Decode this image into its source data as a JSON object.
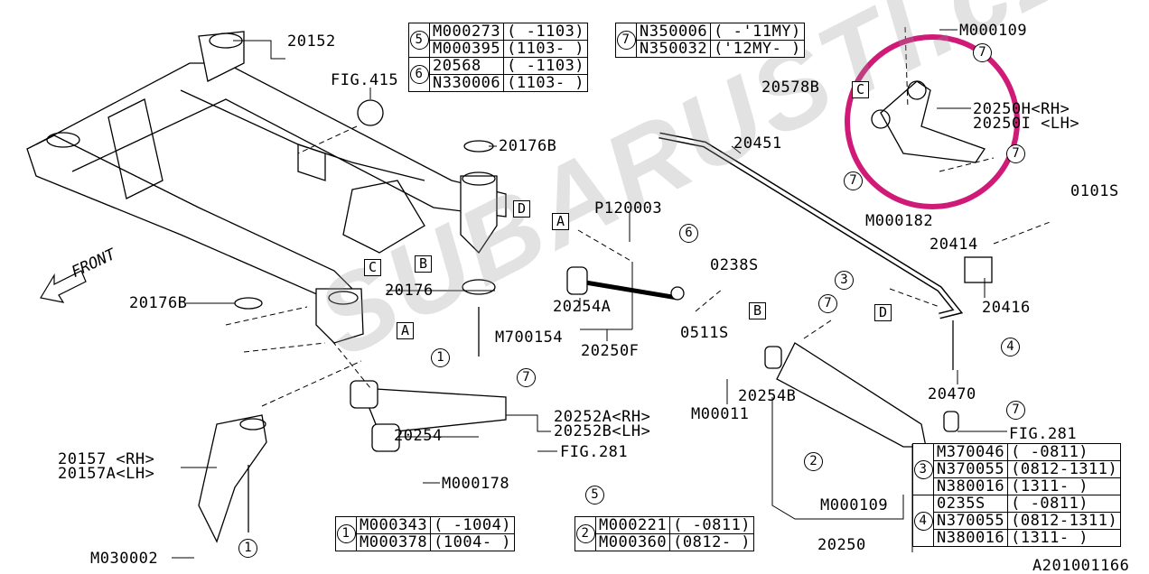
{
  "labels": {
    "p20152": "20152",
    "fig415": "FIG.415",
    "p20176b_top": "20176B",
    "p20176b_left": "20176B",
    "front": "FRONT",
    "p20176": "20176",
    "p120003": "P120003",
    "p0238s": "0238S",
    "p20254a": "20254A",
    "m700154": "M700154",
    "p20250f": "20250F",
    "p0511s": "0511S",
    "p20252a": "20252A<RH>",
    "p20252b": "20252B<LH>",
    "p20254": "20254",
    "fig281_left": "FIG.281",
    "m000178": "M000178",
    "p20157": "20157 <RH>",
    "p20157a": "20157A<LH>",
    "m030002": "M030002",
    "m000109_top": "M000109",
    "p20578b": "20578B",
    "p20250h": "20250H<RH>",
    "p20250i": "20250I <LH>",
    "m000182": "M000182",
    "p20451": "20451",
    "p0101s": "0101S",
    "p20414": "20414",
    "p20416": "20416",
    "p20470": "20470",
    "fig281_right": "FIG.281",
    "p20254b": "20254B",
    "m00011": "M00011",
    "m000109_bottom": "M000109",
    "p20250": "20250",
    "diagram_id": "A201001166",
    "watermark": "SUBARUSTI.cz"
  },
  "refs": {
    "A": "A",
    "B": "B",
    "C": "C",
    "D": "D"
  },
  "callouts": {
    "c1": "1",
    "c2": "2",
    "c3": "3",
    "c4": "4",
    "c5": "5",
    "c6": "6",
    "c7": "7"
  },
  "tables": {
    "t57": {
      "g5": {
        "num": "5",
        "rows": [
          [
            "M000273",
            "( -1103)"
          ],
          [
            "M000395",
            "(1103- )"
          ]
        ]
      },
      "g6": {
        "num": "6",
        "rows": [
          [
            "20568",
            "( -1103)"
          ],
          [
            "N330006",
            "(1103- )"
          ]
        ]
      },
      "g7": {
        "num": "7",
        "rows": [
          [
            "N350006",
            "( -'11MY)"
          ],
          [
            "N350032",
            "('12MY- )"
          ]
        ]
      }
    },
    "t1": {
      "num": "1",
      "rows": [
        [
          "M000343",
          "( -1004)"
        ],
        [
          "M000378",
          "(1004- )"
        ]
      ]
    },
    "t2": {
      "num": "2",
      "rows": [
        [
          "M000221",
          "( -0811)"
        ],
        [
          "M000360",
          "(0812- )"
        ]
      ]
    },
    "t34": {
      "g3": {
        "num": "3",
        "rows": [
          [
            "M370046",
            "( -0811)"
          ],
          [
            "N370055",
            "(0812-1311)"
          ],
          [
            "N380016",
            "(1311- )"
          ]
        ]
      },
      "g4": {
        "num": "4",
        "rows": [
          [
            "0235S",
            "( -0811)"
          ],
          [
            "N370055",
            "(0812-1311)"
          ],
          [
            "N380016",
            "(1311- )"
          ]
        ]
      }
    }
  },
  "colors": {
    "highlight": "#d01a78",
    "ink": "#000000"
  }
}
